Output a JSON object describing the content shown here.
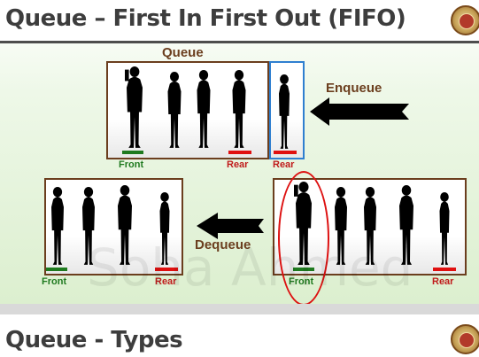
{
  "slide1": {
    "title": "Queue – First In First Out (FIFO)",
    "queue_label": "Queue",
    "enqueue_label": "Enqueue",
    "dequeue_label": "Dequeue",
    "top_front": "Front",
    "top_rear": "Rear",
    "new_rear": "Rear",
    "left_front": "Front",
    "left_rear": "Rear",
    "right_front": "Front",
    "right_rear": "Rear",
    "watermark": "Soha Ahmed",
    "logo_icon": "university-seal-icon"
  },
  "slide2": {
    "title": "Queue - Types",
    "logo_icon": "university-seal-icon"
  },
  "colors": {
    "title": "#3d3d3d",
    "box_border": "#6b3e1e",
    "front": "#1f7a1f",
    "rear": "#c01b1b",
    "new_item_border": "#2f7fd0",
    "highlight": "#dd1111"
  }
}
